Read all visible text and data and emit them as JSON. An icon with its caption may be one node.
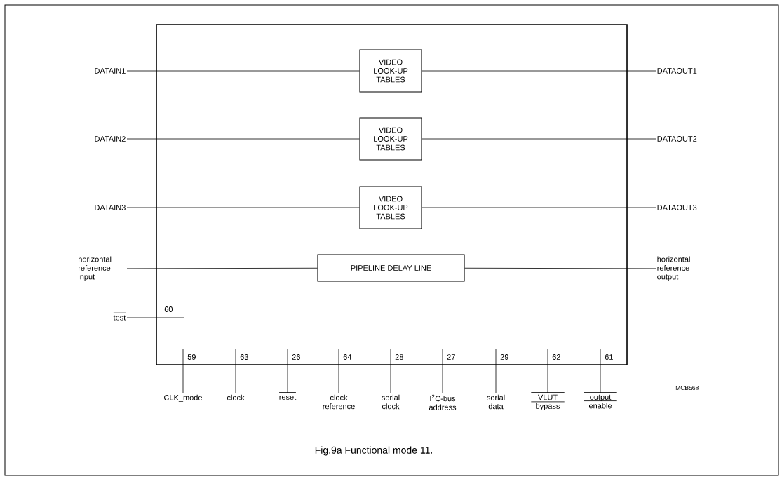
{
  "diagram": {
    "caption": "Fig.9a Functional mode 11.",
    "nodes": [
      {
        "text": [],
        "shape": "box"
      },
      {
        "text": [
          "DATAIN1"
        ]
      },
      {
        "text": [
          "VIDEO LOOK-UP TABLES"
        ],
        "in": 0
      },
      {
        "text": [
          "DATAOUT1"
        ]
      },
      {
        "text": [
          "DATAIN2"
        ]
      },
      {
        "text": [
          "VIDEO LOOK-UP TABLES"
        ],
        "in": 0
      },
      {
        "text": [
          "DATAOUT2"
        ]
      },
      {
        "text": [
          "DATAIN3"
        ]
      },
      {
        "text": [
          "VIDEO LOOK-UP TABLES"
        ],
        "in": 0
      },
      {
        "text": [
          "DATAOUT3"
        ]
      },
      {
        "text": [
          "horizontal reference input"
        ]
      },
      {
        "text": [
          "PIPELINE DELAY LINE"
        ],
        "in": 0
      },
      {
        "text": [
          "horizontal reference output"
        ]
      },
      {
        "text": [
          "test"
        ]
      },
      {
        "text": [
          "CLK_mode"
        ]
      },
      {
        "text": [
          "clock"
        ]
      },
      {
        "text": [
          "reset"
        ]
      },
      {
        "text": [
          "clock reference"
        ]
      },
      {
        "text": [
          "serial clock"
        ]
      },
      {
        "text": [
          "I$^{2}$C-bus address"
        ]
      },
      {
        "text": [
          "serial data"
        ]
      },
      {
        "text": [
          "VLUT bypass"
        ]
      },
      {
        "text": [
          "output enable"
        ]
      }
    ],
    "edges": [
      {
        "from": 1,
        "to": 2,
        "arrow": "none"
      },
      {
        "from": 2,
        "to": 3,
        "arrow": "none"
      },
      {
        "from": 4,
        "to": 5,
        "arrow": "none"
      },
      {
        "from": 5,
        "to": 6,
        "arrow": "none"
      },
      {
        "from": 7,
        "to": 8,
        "arrow": "none"
      },
      {
        "from": 8,
        "to": 9,
        "arrow": "none"
      },
      {
        "from": 10,
        "to": 11,
        "arrow": "none"
      },
      {
        "from": 11,
        "to": 12,
        "arrow": "none"
      },
      {
        "from": 13,
        "to": null,
        "arrow": "none"
      },
      {
        "from": 14,
        "to": null,
        "arrow": "none"
      },
      {
        "from": 15,
        "to": null,
        "arrow": "none"
      },
      {
        "from": 16,
        "to": null,
        "arrow": "none"
      },
      {
        "from": 17,
        "to": null,
        "arrow": "none"
      },
      {
        "from": 18,
        "to": null,
        "arrow": "none"
      },
      {
        "from": 19,
        "to": null,
        "arrow": "none"
      },
      {
        "from": 20,
        "to": null,
        "arrow": "none"
      },
      {
        "from": 21,
        "to": null,
        "arrow": "none"
      },
      {
        "from": 22,
        "to": null,
        "arrow": "none"
      }
    ],
    "labels": [
      "60",
      "59",
      "63",
      "26",
      "64",
      "28",
      "27",
      "29",
      "62",
      "61",
      "MCB568"
    ]
  }
}
